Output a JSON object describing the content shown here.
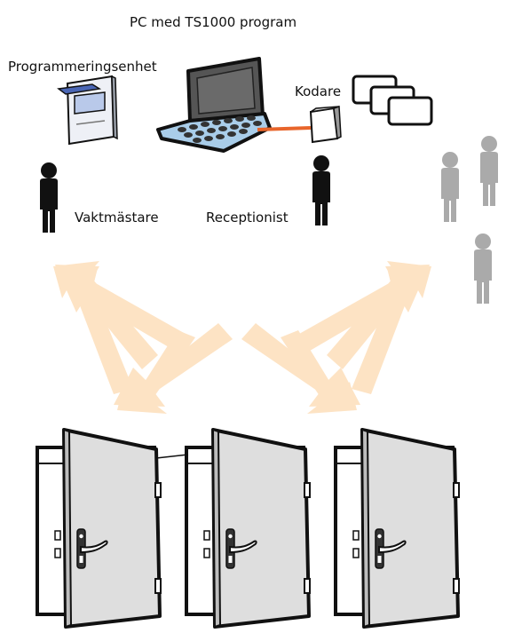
{
  "labels": {
    "pc": "PC med TS1000 program",
    "programming_unit": "Programmeringsenhet",
    "encoder": "Kodare",
    "caretaker": "Vaktmästare",
    "receptionist": "Receptionist"
  },
  "colors": {
    "arrow": "#fde3c4",
    "cable": "#e8652b",
    "keyboard": "#a9cde9",
    "screen": "#555555",
    "person_dark": "#111111",
    "person_guest": "#aaaaaa",
    "door": "#dedede",
    "outline": "#111111"
  },
  "icons": [
    "laptop-icon",
    "programming-unit-icon",
    "encoder-icon",
    "key-card-icon",
    "person-icon",
    "door-icon"
  ]
}
